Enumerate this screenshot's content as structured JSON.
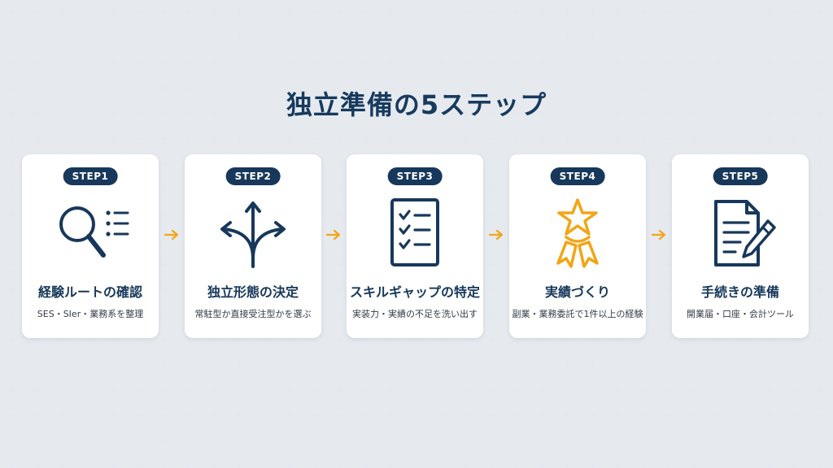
{
  "title": "独立準備の5ステップ",
  "colors": {
    "navy": "#17385b",
    "accent": "#f2a516",
    "background": "#f6f8fb",
    "card": "#ffffff"
  },
  "steps": [
    {
      "badge": "STEP1",
      "title": "経験ルートの確認",
      "subtitle": "SES・SIer・業務系を整理",
      "icon": "magnifier-list-icon"
    },
    {
      "badge": "STEP2",
      "title": "独立形態の決定",
      "subtitle": "常駐型か直接受注型かを選ぶ",
      "icon": "branching-arrows-icon"
    },
    {
      "badge": "STEP3",
      "title": "スキルギャップの特定",
      "subtitle": "実装力・実績の不足を洗い出す",
      "icon": "checklist-icon"
    },
    {
      "badge": "STEP4",
      "title": "実績づくり",
      "subtitle": "副業・業務委託で1件以上の経験",
      "icon": "award-star-icon"
    },
    {
      "badge": "STEP5",
      "title": "手続きの準備",
      "subtitle": "開業届・口座・会計ツール",
      "icon": "document-pen-icon"
    }
  ]
}
